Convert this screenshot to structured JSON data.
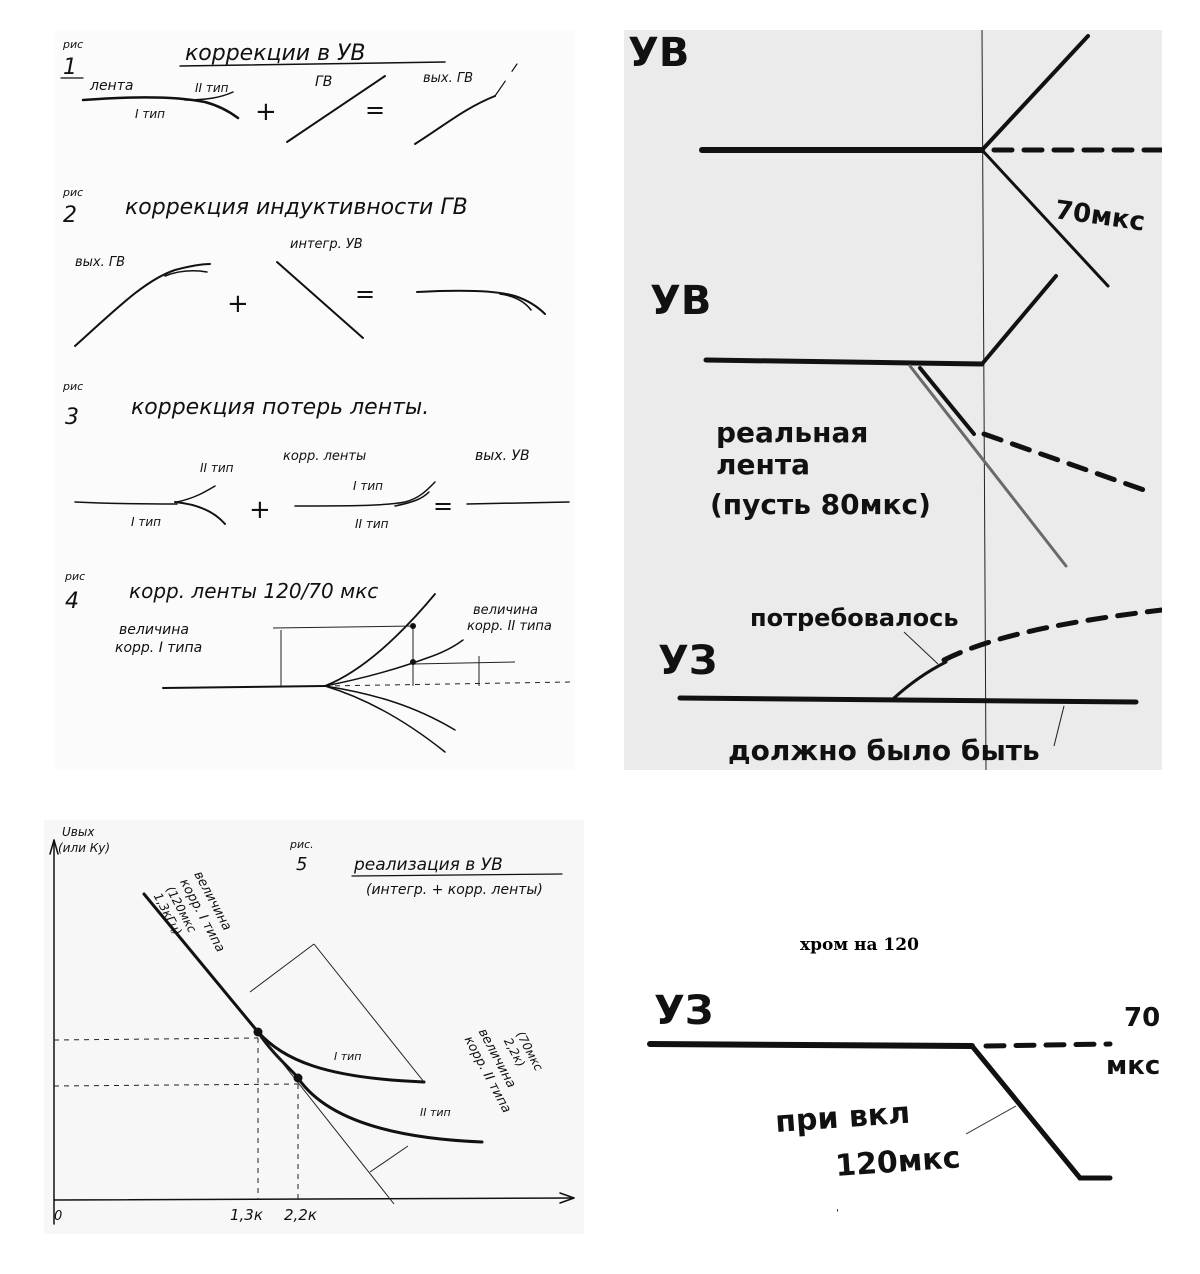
{
  "panel_a": {
    "fig_tag": "рис",
    "fig1": {
      "num": "1",
      "title": "коррекции в УВ",
      "lenta": "лента",
      "t2": "II тип",
      "t1": "I тип",
      "plus": "+",
      "gv": "ГВ",
      "eq": "=",
      "out": "вых. ГВ"
    },
    "fig2": {
      "num": "2",
      "title": "коррекция индуктивности ГВ",
      "out": "вых. ГВ",
      "plus": "+",
      "integ": "интегр. УВ",
      "eq": "="
    },
    "fig3": {
      "num": "3",
      "title": "коррекция потерь ленты.",
      "t2": "II тип",
      "t1": "I тип",
      "plus": "+",
      "korr": "корр. ленты",
      "k1": "I тип",
      "k2": "II тип",
      "eq": "=",
      "out": "вых. УВ"
    },
    "fig4": {
      "num": "4",
      "title": "корр. ленты 120/70 мкс",
      "left1": "величина",
      "left2": "корр. I типа",
      "right1": "величина",
      "right2": "корр. II типа"
    }
  },
  "panel_b": {
    "uv1": "УВ",
    "t70": "70мкс",
    "uv2": "УВ",
    "real1": "реальная",
    "real2": "лента",
    "real3": "(пусть 80мкс)",
    "needed": "потребовалось",
    "uz": "УЗ",
    "should": "должно было быть"
  },
  "panel_c": {
    "ylabel1": "Uвых",
    "ylabel2": "(или Ку)",
    "fig_tag": "рис.",
    "num": "5",
    "title": "реализация в УВ",
    "subtitle": "(интегр. + корр. ленты)",
    "left_anno": [
      "величина",
      "корр. I типа",
      "(120мкс",
      "1,3кГц)"
    ],
    "right_anno": [
      "(70мкс",
      "2,2к)",
      "величина",
      "корр. II типа"
    ],
    "t1": "I тип",
    "t2": "II тип",
    "origin": "0",
    "x1": "1,3к",
    "x2": "2,2к"
  },
  "panel_d": {
    "caption": "хром на 120",
    "uz": "УЗ",
    "v70": "70",
    "mks": "мкс",
    "pri": "при вкл",
    "t120": "120мкс"
  }
}
